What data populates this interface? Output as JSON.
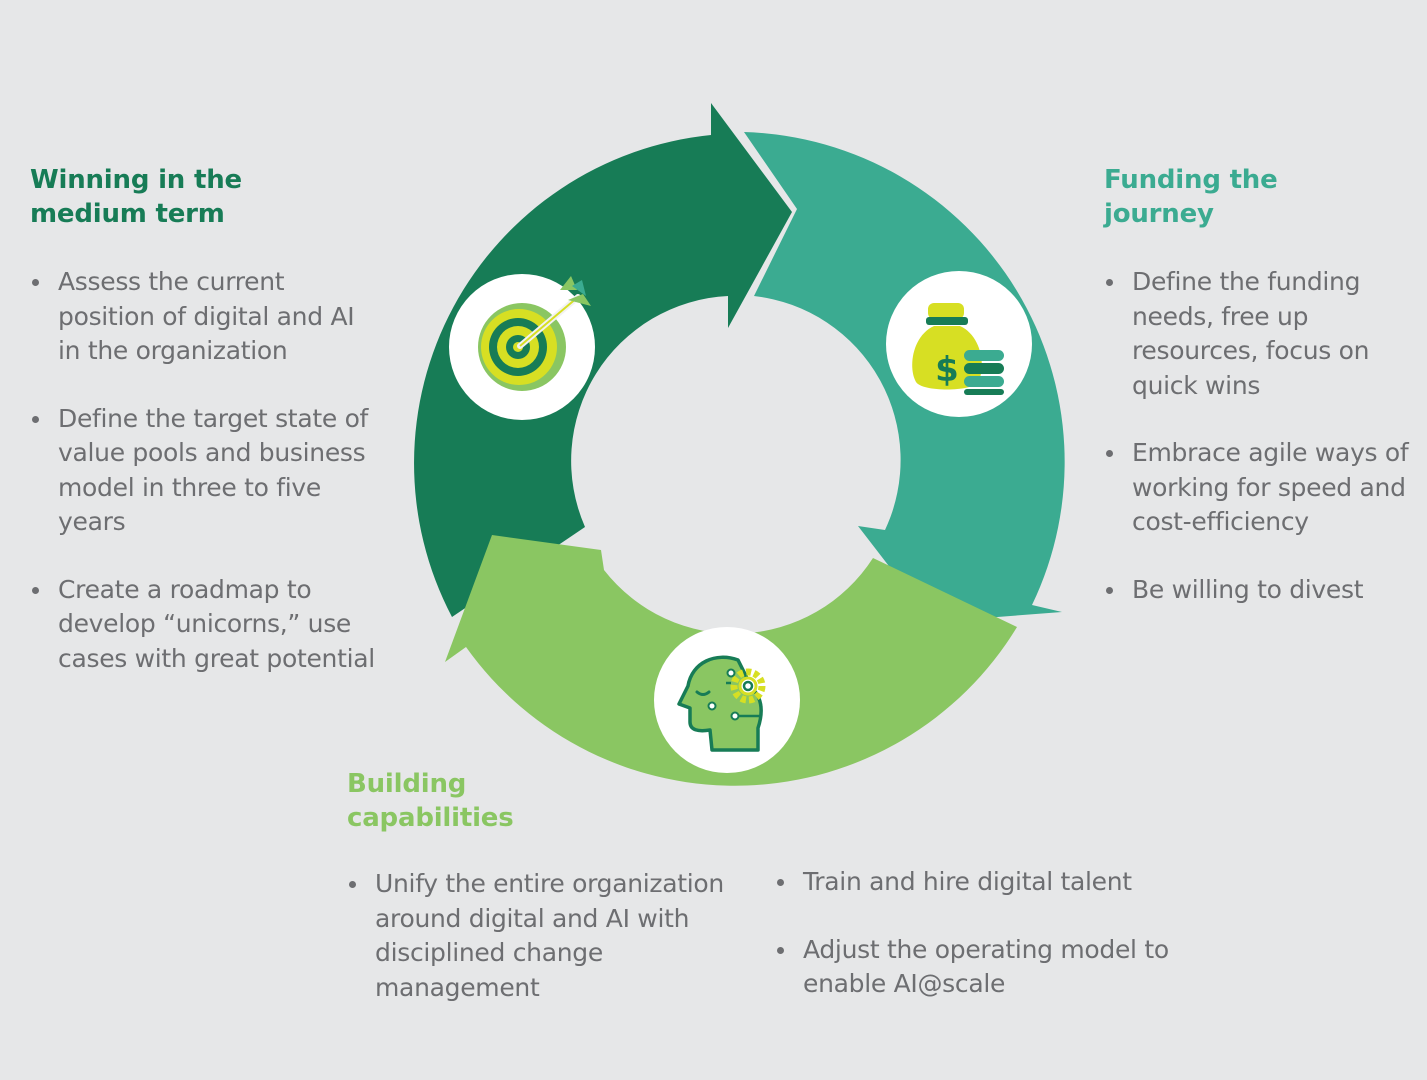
{
  "colors": {
    "background": "#e6e7e8",
    "dark_green": "#177c56",
    "teal": "#3bab91",
    "light_green": "#8ac662",
    "body_text": "#6d6e71",
    "icon_yellow": "#d7df23"
  },
  "sections": {
    "winning": {
      "title_line1": "Winning in the",
      "title_line2": "medium term",
      "bullets": [
        "Assess the current position of digital and AI in the organization",
        "Define the target state of value pools and business model in three to five years",
        "Create a roadmap to develop “unicorns,” use cases with great potential"
      ]
    },
    "funding": {
      "title_line1": "Funding the",
      "title_line2": "journey",
      "bullets": [
        "Define the funding needs, free up resources, focus on quick wins",
        "Embrace agile ways of working for speed and cost-efficiency",
        "Be willing to divest"
      ]
    },
    "building": {
      "title_line1": "Building",
      "title_line2": "capabilities",
      "bullets": [
        "Unify the entire organization around digital and AI with disciplined change management",
        "Train and hire digital talent",
        "Adjust the operating model to enable AI@scale"
      ]
    }
  },
  "icons": {
    "winning": "target-dart-icon",
    "funding": "money-bag-coins-icon",
    "building": "head-gears-icon"
  }
}
